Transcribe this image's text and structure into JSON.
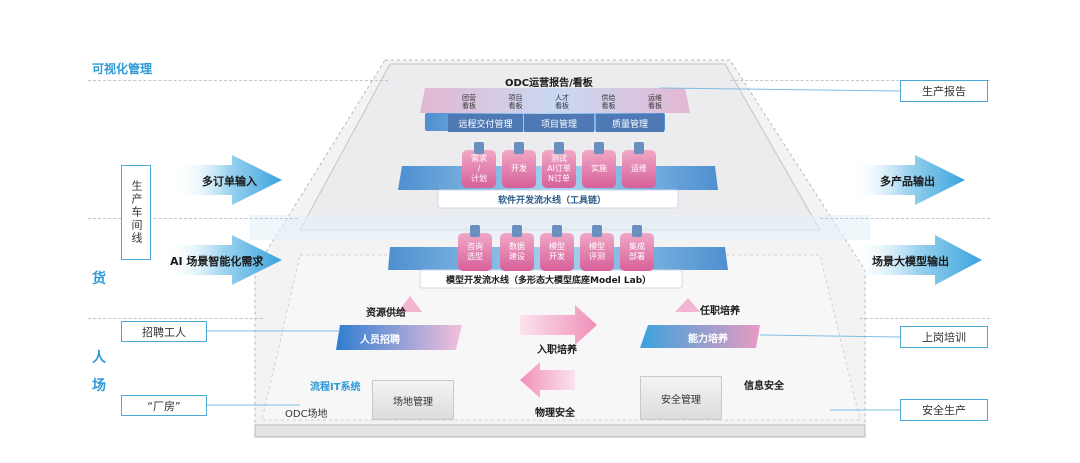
{
  "left": {
    "visual_mgmt": "可视化管理",
    "goods": "货",
    "people": "人",
    "site": "场",
    "production_line": "生产车间线",
    "recruit_workers": "招聘工人",
    "factory": "“厂房”"
  },
  "right": {
    "production_report": "生产报告",
    "job_training": "上岗培训",
    "safe_production": "安全生产"
  },
  "arrows": {
    "multi_order_input": "多订单输入",
    "ai_scene_demand": "AI 场景智能化需求",
    "multi_product_output": "多产品输出",
    "scene_model_output": "场景大模型输出"
  },
  "top_layer": {
    "title": "ODC运营报告/看板",
    "cards": [
      "团营\n看板",
      "项目\n看板",
      "人才\n看板",
      "供给\n看板",
      "运维\n看板"
    ],
    "bars": [
      "远程交付管理",
      "项目管理",
      "质量管理"
    ]
  },
  "software_pipeline": {
    "stages": [
      "需求\n/\n计划",
      "开发",
      "测试\nAI订单\nN订单",
      "实施",
      "运维"
    ],
    "label": "软件开发流水线（工具链）"
  },
  "model_pipeline": {
    "stages": [
      "咨询\n选型",
      "数据\n建设",
      "模型\n开发",
      "模型\n评测",
      "集成\n部署"
    ],
    "label": "模型开发流水线（多形态大模型底座Model Lab）"
  },
  "people_layer": {
    "resource_supply": "资源供给",
    "recruit": "人员招聘",
    "onboarding": "入职培养",
    "in_job_training": "任职培养",
    "capability": "能力培养"
  },
  "site_layer": {
    "process_it": "流程IT系统",
    "site_mgmt": "场地管理",
    "physical_security": "物理安全",
    "safety_mgmt": "安全管理",
    "info_security": "信息安全",
    "odc_site": "ODC场地"
  },
  "colors": {
    "accent_blue": "#2d9ad6",
    "pink": "#d7609a",
    "navy": "#4f79b4"
  }
}
